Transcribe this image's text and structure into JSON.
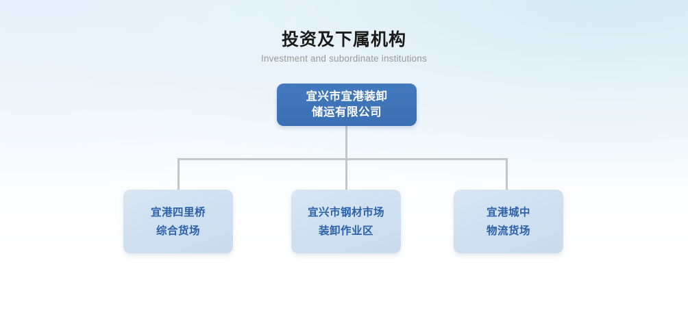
{
  "header": {
    "title_cn": "投资及下属机构",
    "title_en": "Investment and subordinate institutions"
  },
  "colors": {
    "root_fill": "#3d74b8",
    "root_text": "#ffffff",
    "child_fill": "#cfe0f0",
    "child_text": "#2b61a9",
    "connector": "#c3c6c9",
    "title_text": "#1a1a1a",
    "subtitle_text": "#9a9a9a",
    "background_top": "#e9f2f8",
    "background_bottom": "#ffffff"
  },
  "chart": {
    "type": "org-chart",
    "root": {
      "lines": [
        "宜兴市宜港装卸",
        "储运有限公司"
      ]
    },
    "children": [
      {
        "lines": [
          "宜港四里桥",
          "综合货场"
        ]
      },
      {
        "lines": [
          "宜兴市钢材市场",
          "装卸作业区"
        ]
      },
      {
        "lines": [
          "宜港城中",
          "物流货场"
        ]
      }
    ]
  }
}
